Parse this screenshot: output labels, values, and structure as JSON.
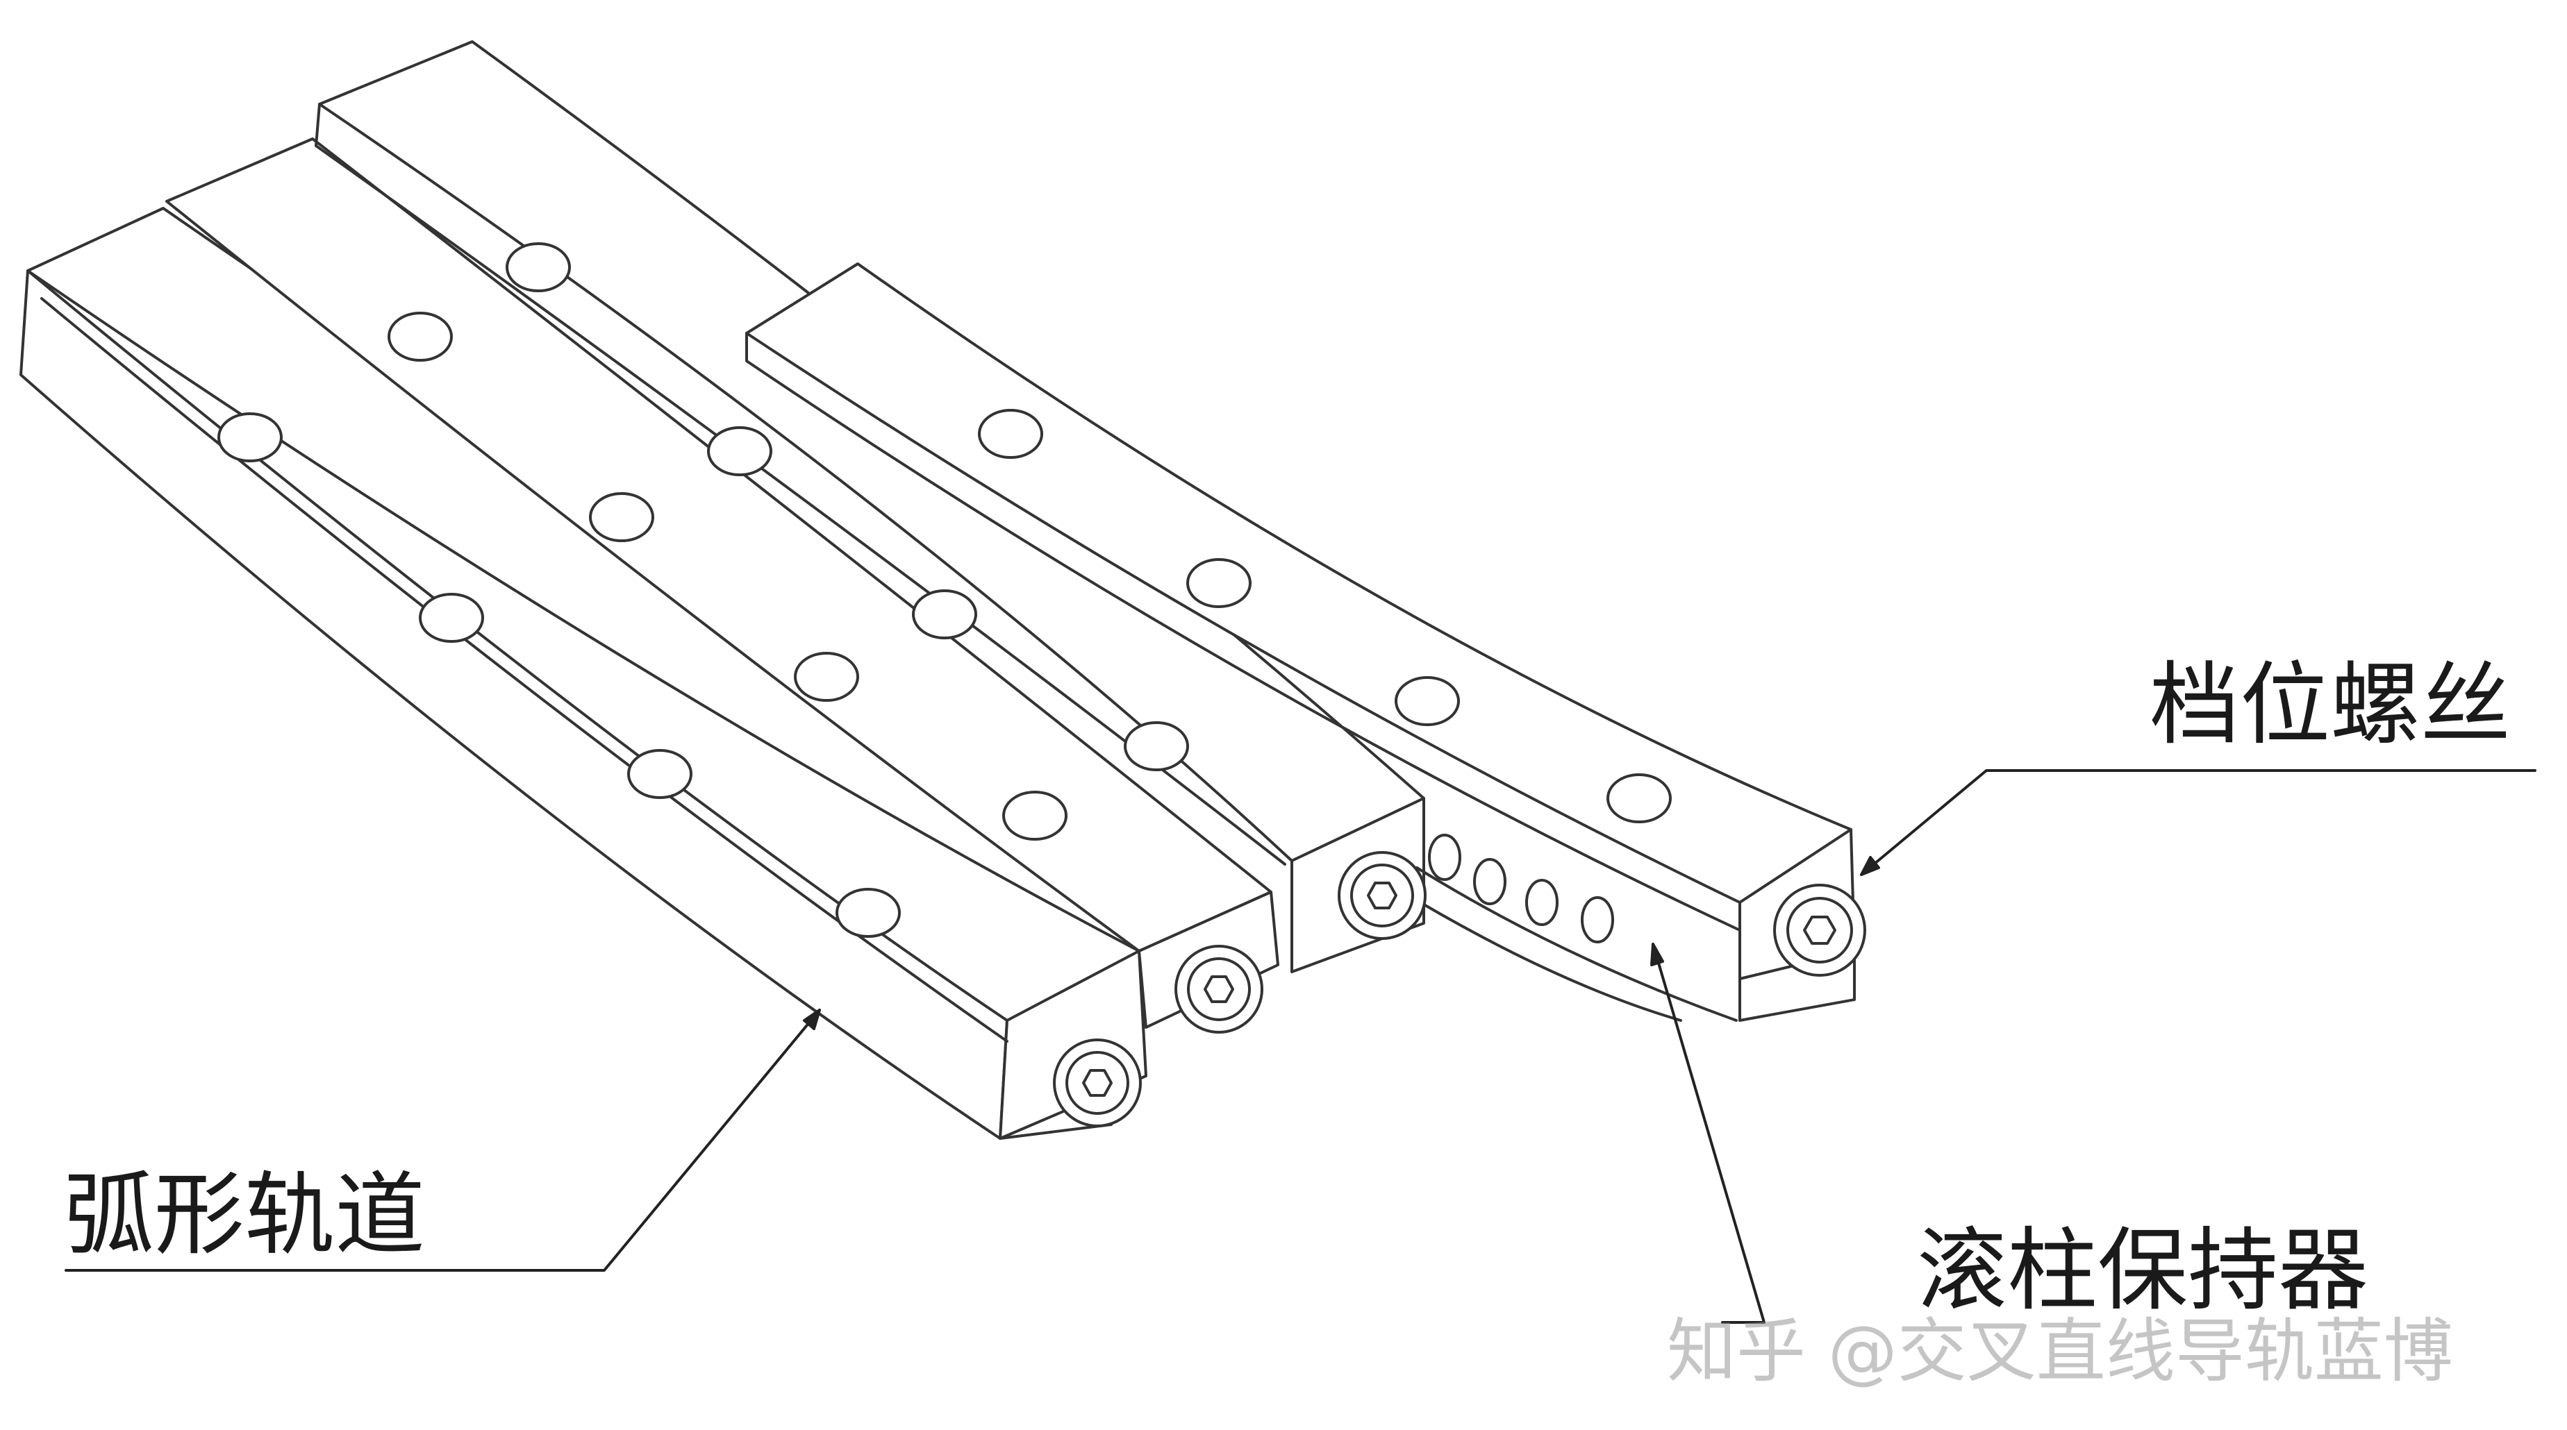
{
  "labels": {
    "arc_track": "弧形轨道",
    "stop_screw": "档位螺丝",
    "roller_cage": "滚柱保持器"
  },
  "watermark": "知乎 @交叉直线导轨蓝博",
  "colors": {
    "line": "#333333",
    "background": "#ffffff"
  }
}
